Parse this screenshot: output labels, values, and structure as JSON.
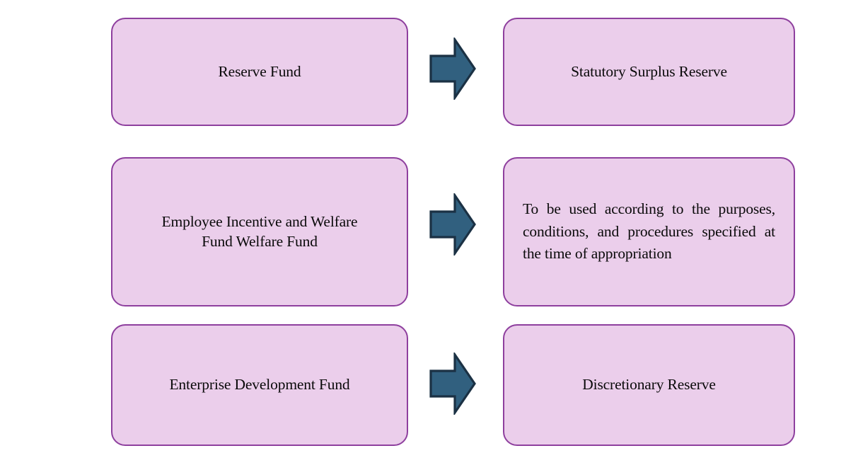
{
  "diagram": {
    "type": "flow",
    "background_color": "#FFFFFF",
    "palette": {
      "box_fill": "#EBCEEB",
      "box_border": "#8E3F9E",
      "arrow_fill": "#31607F",
      "arrow_border": "#1B3144",
      "text_color": "#0A0A0A"
    },
    "rows": [
      {
        "id": "row-1",
        "source": {
          "name": "reserve-fund-node",
          "label": "Reserve Fund",
          "align": "center"
        },
        "connector": {
          "name": "right-arrow-icon",
          "direction": "right"
        },
        "target": {
          "name": "statutory-surplus-reserve-node",
          "label": "Statutory Surplus Reserve",
          "align": "center"
        }
      },
      {
        "id": "row-2",
        "source": {
          "name": "employee-incentive-welfare-fund-node",
          "label": "Employee Incentive and Welfare\nFund Welfare Fund",
          "align": "center"
        },
        "connector": {
          "name": "right-arrow-icon",
          "direction": "right"
        },
        "target": {
          "name": "appropriation-usage-note-node",
          "label": "To be used according to the purposes, conditions, and procedures specified at the time of appropriation",
          "align": "justify"
        }
      },
      {
        "id": "row-3",
        "source": {
          "name": "enterprise-development-fund-node",
          "label": "Enterprise Development Fund",
          "align": "center"
        },
        "connector": {
          "name": "right-arrow-icon",
          "direction": "right"
        },
        "target": {
          "name": "discretionary-reserve-node",
          "label": "Discretionary Reserve",
          "align": "center"
        }
      }
    ]
  }
}
